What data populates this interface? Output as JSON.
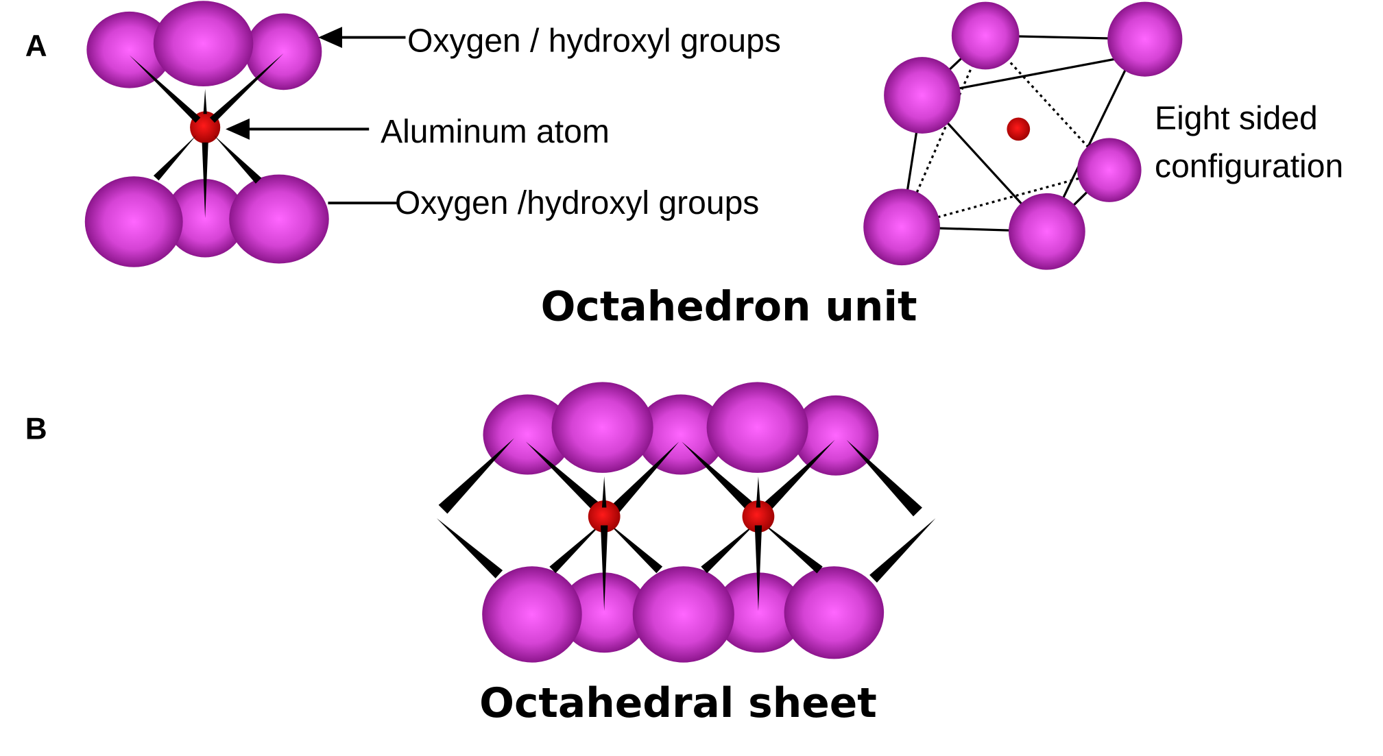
{
  "panel_a": {
    "letter": "A",
    "labels": {
      "top_oxygen": "Oxygen / hydroxyl groups",
      "aluminum": "Aluminum atom",
      "bottom_oxygen": "Oxygen /hydroxyl groups"
    },
    "octahedron": {
      "label_line1": "Eight sided",
      "label_line2": "configuration",
      "title": "Octahedron unit"
    }
  },
  "panel_b": {
    "letter": "B",
    "title": "Octahedral sheet"
  },
  "colors": {
    "oxygen_light": "#ff66ff",
    "oxygen_dark": "#7a0a7a",
    "aluminum_light": "#ff2020",
    "aluminum_dark": "#a00000"
  }
}
